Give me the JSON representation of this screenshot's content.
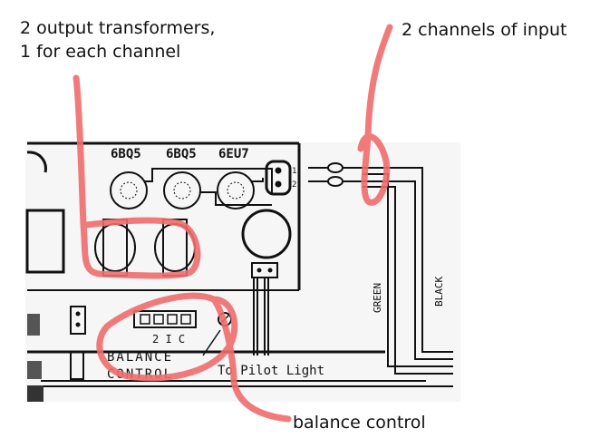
{
  "annotations": {
    "output_transformers_line1": "2 output transformers,",
    "output_transformers_line2": "1 for each channel",
    "inputs": "2 channels of input",
    "balance": "balance control"
  },
  "schematic": {
    "tube_labels": [
      "6BQ5",
      "6BQ5",
      "6EU7"
    ],
    "strip_label": "2 I C",
    "balance_label_line1": "BALANCE",
    "balance_label_line2": "CONTROL",
    "pilot_light": "To Pilot Light",
    "wire_green": "GREEN",
    "wire_black": "BLACK",
    "input_numbers": [
      "1",
      "2"
    ]
  },
  "colors": {
    "highlight": "#f06d6d",
    "ink": "#111111",
    "paper": "#f6f6f6"
  }
}
